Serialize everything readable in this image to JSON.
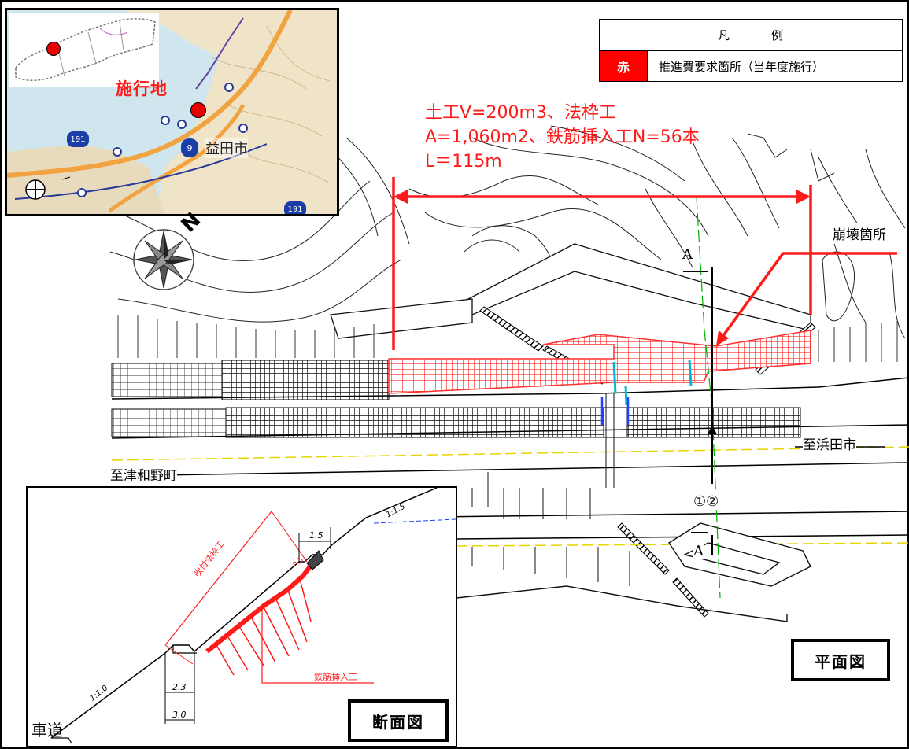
{
  "legend": {
    "header_left": "凡",
    "header_right": "例",
    "swatch_label": "赤",
    "description": "推進費要求箇所（当年度施行）",
    "swatch_color": "#ff0000"
  },
  "annotation": {
    "line1": "土工V=200m3、法枠工",
    "line2": "A=1,060m2、鉄筋挿入工N=56本",
    "line3": "L＝115m"
  },
  "inset_map": {
    "site_label": "施行地",
    "city_label": "益田市",
    "route_a": "191",
    "route_b": "9",
    "route_c": "191"
  },
  "plan": {
    "collapse_label": "崩壊箇所",
    "to_hamada": "至浜田市",
    "to_tsuwano": "至津和野町",
    "section_mark_top": "A",
    "section_mark_bottom": "A",
    "section_numbers": "①②",
    "north_label": "N",
    "title": "平面図"
  },
  "section": {
    "slope_top": "1:1.5",
    "slope_bottom": "1:1.0",
    "dim_top": "1.5",
    "dim_mid": "2.3",
    "dim_bottom": "3.0",
    "frame_label": "吹付法枠工",
    "rebar_label": "鉄筋挿入工",
    "road_label": "車道",
    "small_note": "0.5",
    "title": "断面図"
  },
  "colors": {
    "accent_red": "#ff1a1a",
    "grid_red": "#ff3030"
  }
}
